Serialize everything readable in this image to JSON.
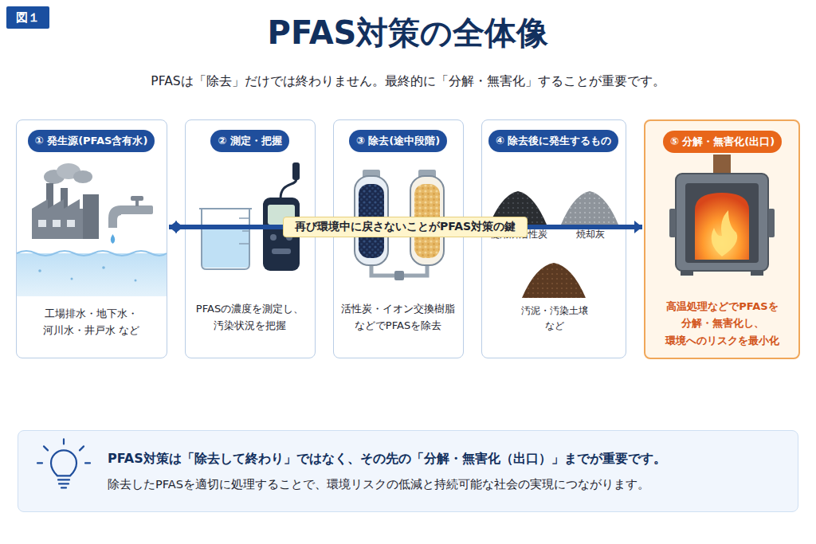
{
  "diagram": {
    "title": "PFAS対策の全体像",
    "caption": "PFASは「除去」だけでは終わりません。最終的に「分解・無害化」することが重要です。",
    "nodes": [
      {
        "text": [
          "図１"
        ]
      },
      {
        "text": [
          "① 発生源(PFAS含有水)",
          "工場排水・地下水・ 河川水・井戸水 など"
        ]
      },
      {
        "text": [
          "② 測定・把握",
          "PFASの濃度を測定し、 汚染状況を把握"
        ]
      },
      {
        "text": [
          "③ 除去(途中段階)",
          "活性炭・イオン交換樹脂 などでPFASを除去"
        ]
      },
      {
        "text": [
          "④ 除去後に発生するもの",
          "使用済活性炭",
          "焼却灰",
          "汚泥・汚染土壌 など"
        ]
      },
      {
        "text": [
          "⑤ 分解・無害化(出口)",
          "高温処理などでPFASを 分解・無害化し、 環境へのリスクを最小化"
        ]
      },
      {
        "text": [
          "PFAS対策は「除去して終わり」ではなく、その先の「分解・無害化（出口）」までが重要です。",
          "除去したPFASを適切に処理することで、環境リスクの低減と持続可能な社会の実現につながります。"
        ]
      }
    ],
    "edges": [
      {
        "from": 1,
        "to": 2,
        "arrow": "to"
      },
      {
        "from": 2,
        "to": 3,
        "arrow": "to"
      },
      {
        "from": 3,
        "to": 4,
        "arrow": "to"
      },
      {
        "from": 4,
        "to": 5,
        "arrow": "to"
      },
      {
        "from": 5,
        "to": 1,
        "label": "再び環境中に戻さないことがPFAS対策の鍵",
        "arrow": "to"
      }
    ]
  }
}
